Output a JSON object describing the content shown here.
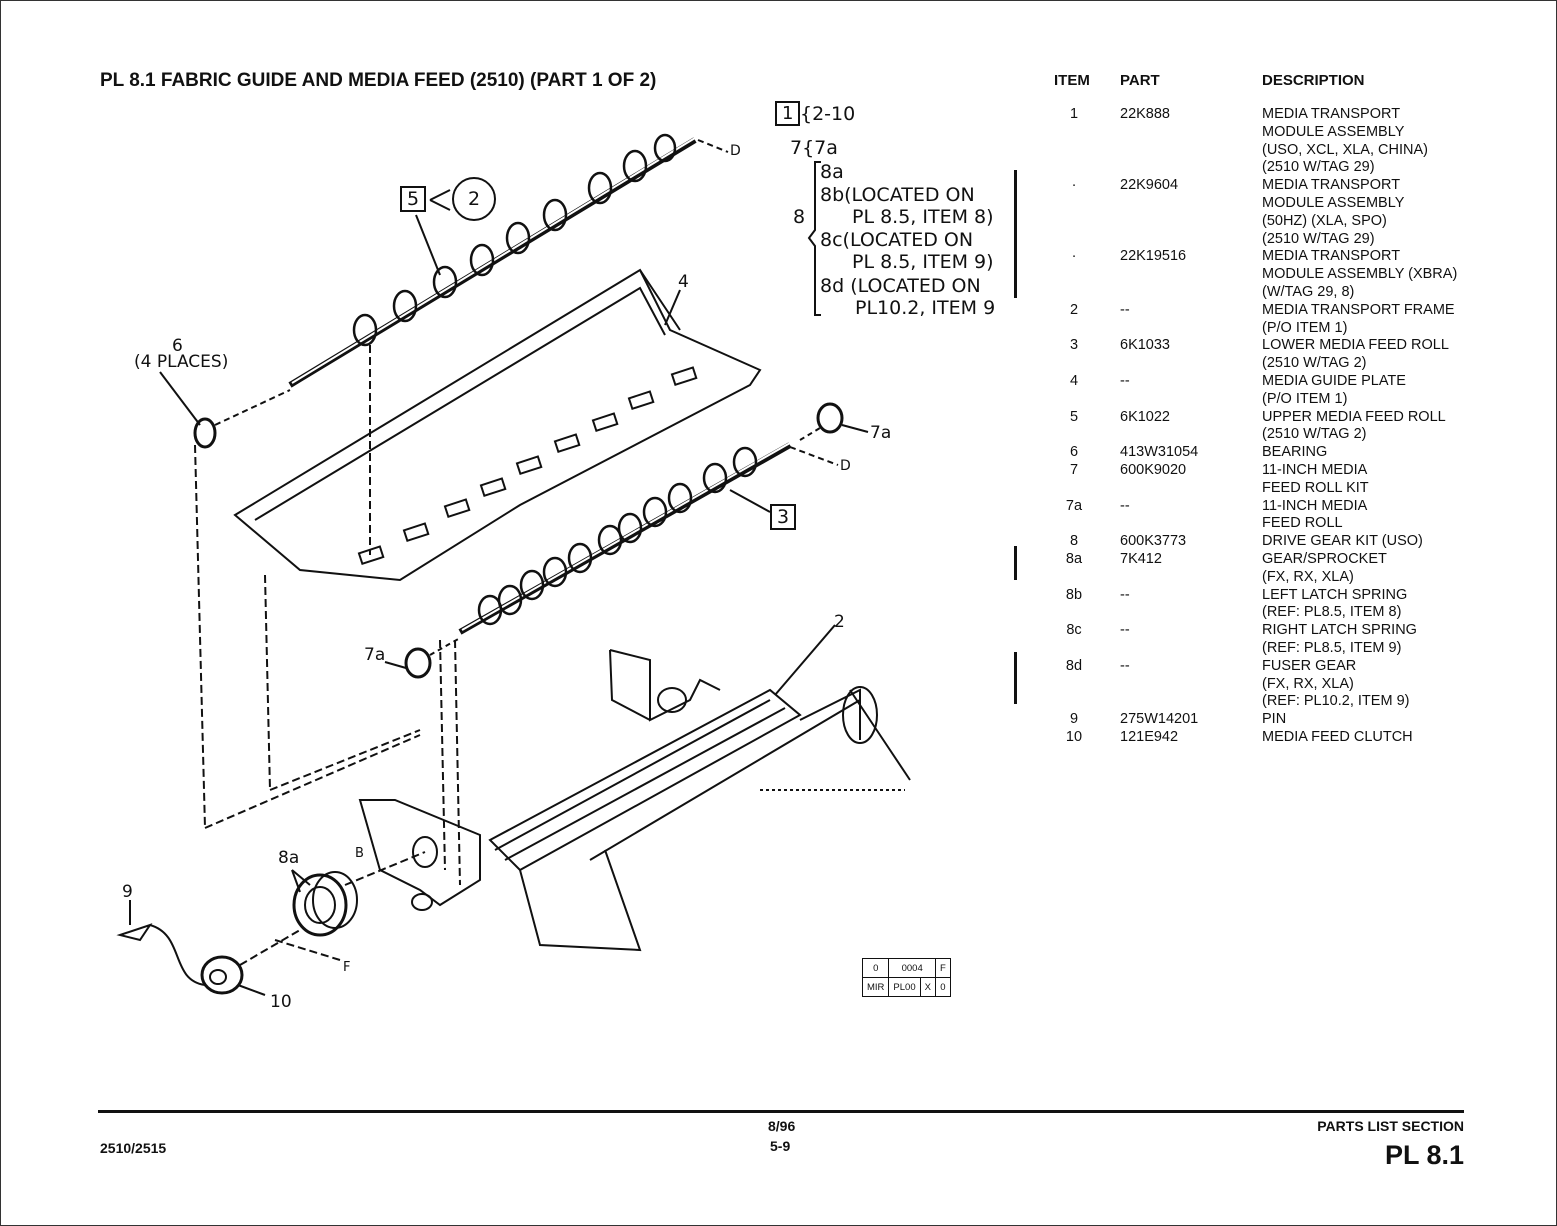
{
  "title": "PL 8.1 FABRIC GUIDE AND MEDIA FEED (2510) (PART 1 OF 2)",
  "table": {
    "headers": {
      "item": "ITEM",
      "part": "PART",
      "description": "DESCRIPTION"
    },
    "rows": [
      {
        "item": "1",
        "part": "22K888",
        "desc": [
          "MEDIA TRANSPORT",
          "MODULE ASSEMBLY",
          "(USO, XCL, XLA, CHINA)",
          "(2510 W/TAG 29)"
        ]
      },
      {
        "item": "·",
        "part": "22K9604",
        "desc": [
          "MEDIA TRANSPORT",
          "MODULE ASSEMBLY",
          "(50HZ) (XLA, SPO)",
          "(2510 W/TAG 29)"
        ]
      },
      {
        "item": "·",
        "part": "22K19516",
        "desc": [
          "MEDIA TRANSPORT",
          "MODULE ASSEMBLY (XBRA)",
          "(W/TAG 29, 8)"
        ]
      },
      {
        "item": "2",
        "part": "--",
        "desc": [
          "MEDIA TRANSPORT FRAME",
          "(P/O ITEM 1)"
        ]
      },
      {
        "item": "3",
        "part": "6K1033",
        "desc": [
          "LOWER MEDIA FEED ROLL",
          "(2510 W/TAG 2)"
        ]
      },
      {
        "item": "4",
        "part": "--",
        "desc": [
          "MEDIA GUIDE PLATE",
          "(P/O ITEM 1)"
        ]
      },
      {
        "item": "5",
        "part": "6K1022",
        "desc": [
          "UPPER MEDIA FEED ROLL",
          "(2510 W/TAG 2)"
        ]
      },
      {
        "item": "6",
        "part": "413W31054",
        "desc": [
          "BEARING"
        ]
      },
      {
        "item": "7",
        "part": "600K9020",
        "desc": [
          "11-INCH MEDIA",
          "FEED ROLL KIT"
        ]
      },
      {
        "item": "7a",
        "part": "--",
        "desc": [
          "11-INCH MEDIA",
          "FEED ROLL"
        ]
      },
      {
        "item": "8",
        "part": "600K3773",
        "desc": [
          "DRIVE GEAR KIT (USO)"
        ]
      },
      {
        "item": "8a",
        "part": "7K412",
        "desc": [
          "GEAR/SPROCKET",
          "(FX, RX, XLA)"
        ]
      },
      {
        "item": "8b",
        "part": "--",
        "desc": [
          "LEFT LATCH SPRING",
          "(REF: PL8.5, ITEM 8)"
        ]
      },
      {
        "item": "8c",
        "part": "--",
        "desc": [
          "RIGHT LATCH SPRING",
          "(REF: PL8.5, ITEM 9)"
        ]
      },
      {
        "item": "8d",
        "part": "--",
        "desc": [
          "FUSER GEAR",
          "(FX, RX, XLA)",
          "(REF: PL10.2, ITEM 9)"
        ]
      },
      {
        "item": "9",
        "part": "275W14201",
        "desc": [
          "PIN"
        ]
      },
      {
        "item": "10",
        "part": "121E942",
        "desc": [
          "MEDIA FEED CLUTCH"
        ]
      }
    ]
  },
  "callouts": {
    "box1": "1",
    "range1": "{2-10",
    "kit7": "7{7a",
    "l8a": "8a",
    "l8b": "8b(LOCATED ON",
    "l8b2": "PL 8.5, ITEM 8)",
    "l8": "8",
    "l8c": "8c(LOCATED ON",
    "l8c2": "PL 8.5, ITEM 9)",
    "l8d": "8d (LOCATED ON",
    "l8d2": "PL10.2, ITEM 9"
  },
  "labels": {
    "box5": "5",
    "circle2": "2",
    "l4": "4",
    "l6": "6",
    "l6b": "(4 PLACES)",
    "d1": "D",
    "d2": "D",
    "l7a_right": "7a",
    "box3": "3",
    "l2": "2",
    "l7a_left": "7a",
    "l8a": "8a",
    "lB": "B",
    "l9": "9",
    "lF": "F",
    "l10": "10"
  },
  "stamp": {
    "top": [
      "0",
      "0004",
      "F"
    ],
    "bottom": [
      "MIR",
      "PL00",
      "X",
      "0"
    ]
  },
  "footer": {
    "model": "2510/2515",
    "date": "8/96",
    "page": "5-9",
    "section": "PARTS LIST SECTION",
    "pl": "PL 8.1"
  }
}
